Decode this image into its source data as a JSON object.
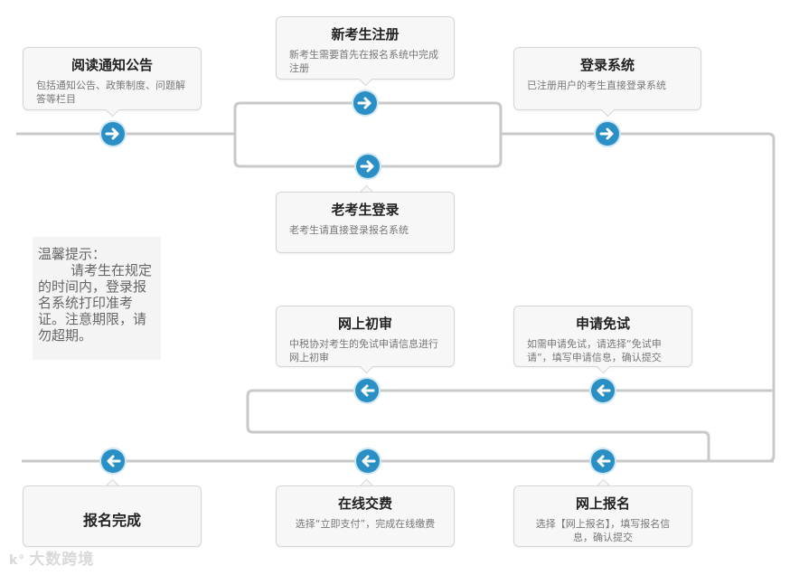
{
  "steps": {
    "read_notice": {
      "title": "阅读通知公告",
      "desc": "包括通知公告、政策制度、问题解答等栏目"
    },
    "new_register": {
      "title": "新考生注册",
      "desc": "新考生需要首先在报名系统中完成注册"
    },
    "old_login": {
      "title": "老考生登录",
      "desc": "老考生请直接登录报名系统"
    },
    "login_system": {
      "title": "登录系统",
      "desc": "已注册用户的考生直接登录系统"
    },
    "first_review": {
      "title": "网上初审",
      "desc": "中税协对考生的免试申请信息进行网上初审"
    },
    "apply_exempt": {
      "title": "申请免试",
      "desc": "如需申请免试，请选择“免试申请”，填写申请信息，确认提交"
    },
    "online_register": {
      "title": "网上报名",
      "desc": "选择【网上报名】，填写报名信息，确认提交"
    },
    "online_pay": {
      "title": "在线交费",
      "desc": "选择“立即支付”，完成在线缴费"
    },
    "done": {
      "title": "报名完成"
    }
  },
  "tip": {
    "heading": "温馨提示：",
    "body": "请考生在规定的时间内，登录报名系统打印准考证。注意期限，请勿超期。"
  },
  "watermark": "大数跨境",
  "colors": {
    "line": "#c9c9c9",
    "node": "#2a8fc4",
    "box_bg": "#f7f7f7",
    "box_border": "#d6d6d6"
  },
  "icons": {
    "right_node": "arrow-right-icon",
    "left_node": "arrow-left-icon"
  }
}
